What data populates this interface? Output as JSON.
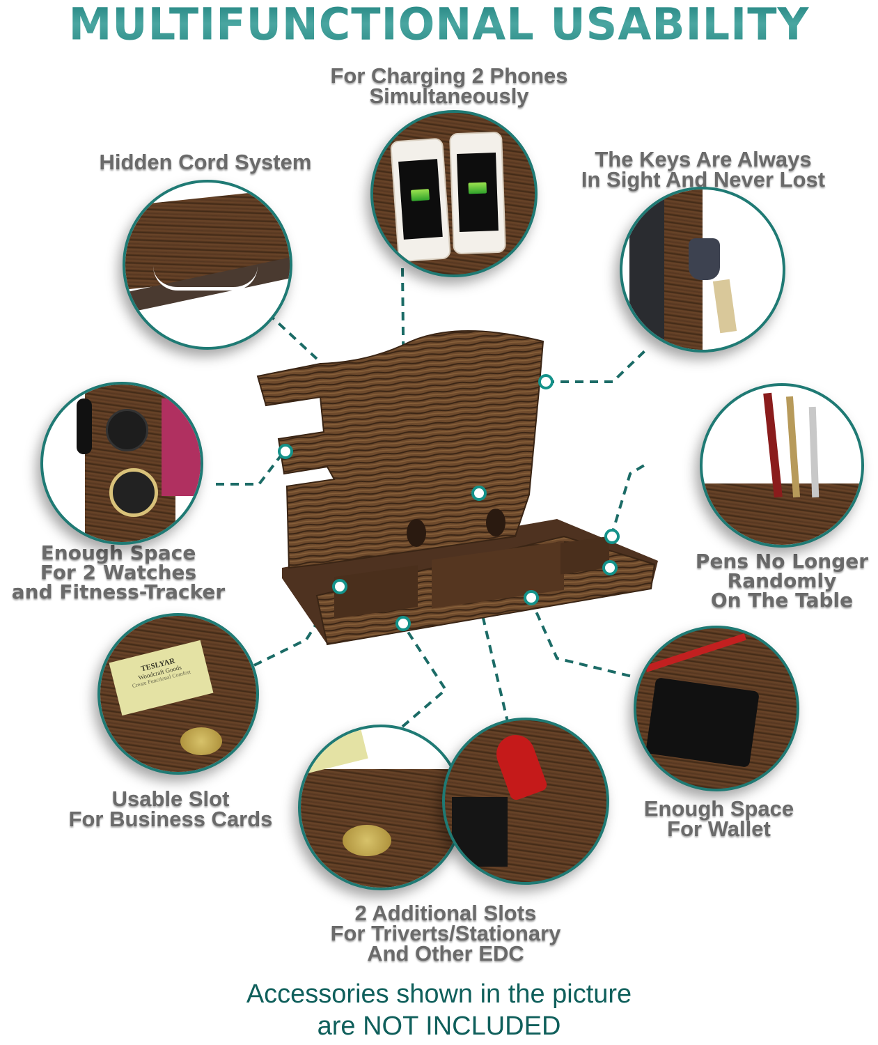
{
  "title": "MULTIFUNCTIONAL USABILITY",
  "features": {
    "charging": [
      "For Charging 2 Phones",
      "Simultaneously"
    ],
    "cord": [
      "Hidden Cord System"
    ],
    "keys": [
      "The Keys Are Always",
      "In Sight And Never Lost"
    ],
    "watches": [
      "Enough Space",
      "For 2 Watches",
      "and Fitness-Tracker"
    ],
    "pens": [
      "Pens No Longer",
      "Randomly",
      "On The Table"
    ],
    "cards": [
      "Usable Slot",
      "For Business Cards"
    ],
    "wallet": [
      "Enough Space",
      "For Wallet"
    ],
    "slots": [
      "2 Additional Slots",
      "For Triverts/Stationary",
      "And Other EDC"
    ]
  },
  "business_card": {
    "brand": "TESLYAR",
    "line1": "Woodcraft Goods",
    "line2": "Create Functional Comfort"
  },
  "footer": [
    "Accessories shown in the picture",
    "are NOT INCLUDED"
  ],
  "colors": {
    "accent": "#1f7a74",
    "dot": "#14928a",
    "label": "#6a6a6a",
    "footer": "#0f5f5b",
    "wood": "#5a3a22"
  }
}
